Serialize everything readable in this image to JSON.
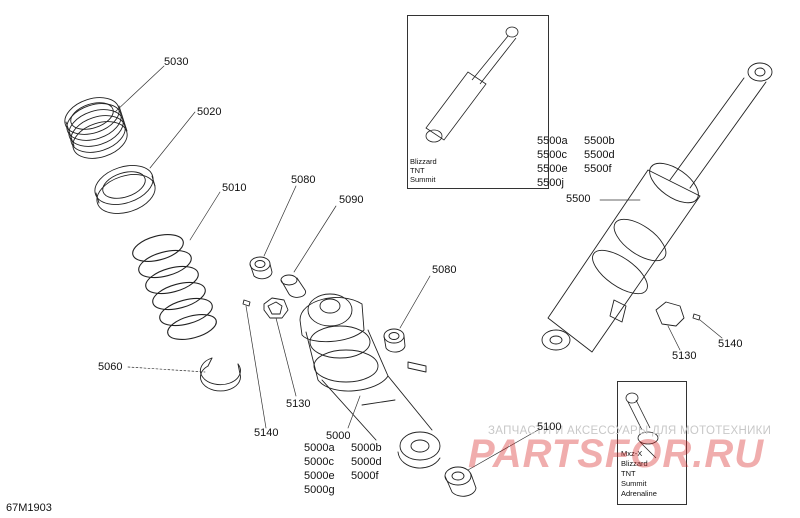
{
  "diagram_id": "67M1903",
  "callouts": {
    "p5030": "5030",
    "p5020": "5020",
    "p5010": "5010",
    "p5060": "5060",
    "p5080a": "5080",
    "p5090": "5090",
    "p5080b": "5080",
    "p5130a": "5130",
    "p5140a": "5140",
    "p5000": "5000",
    "p5100": "5100",
    "p5500": "5500",
    "p5130b": "5130",
    "p5140b": "5140"
  },
  "variants_5000": [
    "5000a",
    "5000b",
    "5000c",
    "5000d",
    "5000e",
    "5000f",
    "5000g"
  ],
  "variants_5500": [
    "5500a",
    "5500b",
    "5500c",
    "5500d",
    "5500e",
    "5500f",
    "5500j"
  ],
  "inset_top": {
    "models": [
      "Blizzard",
      "TNT",
      "Summit"
    ]
  },
  "inset_bottom": {
    "models": [
      "Mxz-X",
      "Blizzard",
      "TNT",
      "Summit",
      "Adrenaline"
    ]
  },
  "watermark": {
    "tagline": "ЗАПЧАСТИ И АКСЕССУАРЫ ДЛЯ МОТОТЕХНИКИ",
    "logo": "PARTSFOR.RU"
  }
}
